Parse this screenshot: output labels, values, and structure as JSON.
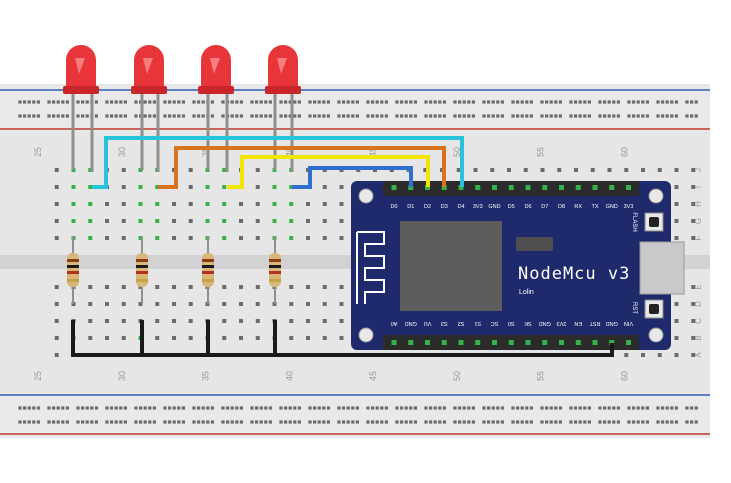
{
  "breadboard": {
    "column_numbers": [
      "25",
      "30",
      "35",
      "40",
      "45",
      "50",
      "55",
      "60"
    ],
    "row_letters_top": [
      "J",
      "I",
      "H",
      "G",
      "F"
    ],
    "row_letters_bottom": [
      "E",
      "D",
      "C",
      "B",
      "A"
    ],
    "colors": {
      "board": "#e6e6e6",
      "rail_red": "#c0392b",
      "rail_blue": "#2f5fb3",
      "hole": "#6b6b6b",
      "hole_active": "#36b24a"
    }
  },
  "board_module": {
    "title": "NodeMcu v3",
    "subtitle": "Lolin",
    "flash_label": "FLASH",
    "rst_label": "RST",
    "top_pins": [
      "D0",
      "D1",
      "D2",
      "D3",
      "D4",
      "3V3",
      "GND",
      "D5",
      "D6",
      "D7",
      "D8",
      "RX",
      "TX",
      "GND",
      "3V3"
    ],
    "bottom_pins": [
      "A0",
      "GND",
      "VU",
      "S3",
      "S2",
      "S1",
      "SC",
      "S0",
      "SK",
      "GND",
      "3V3",
      "EN",
      "RST",
      "GND",
      "VIN"
    ],
    "colors": {
      "pcb": "#1e2a6b",
      "chip": "#5d5d5d",
      "header": "#2b2b2b"
    }
  },
  "components": {
    "leds": [
      "led-1",
      "led-2",
      "led-3",
      "led-4"
    ],
    "resistors": [
      "resistor-1",
      "resistor-2",
      "resistor-3",
      "resistor-4"
    ],
    "led_color": "#e8353a"
  },
  "wires": {
    "colors": {
      "cyan": "#27c4dc",
      "orange": "#d9741c",
      "yellow": "#f2e600",
      "blue": "#2e6fd0",
      "ground": "#1a1a1a"
    }
  }
}
